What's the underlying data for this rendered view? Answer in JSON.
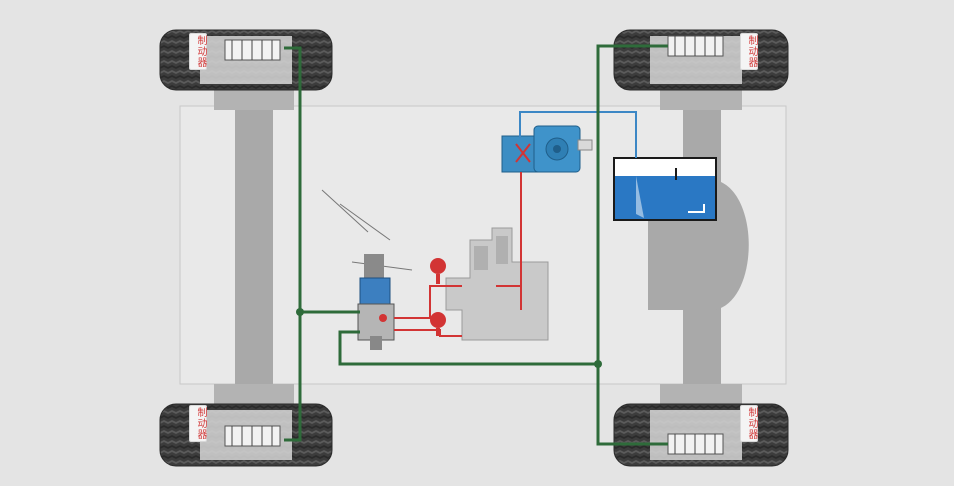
{
  "wheels": {
    "front_left": {
      "label": "制动器"
    },
    "front_right": {
      "label": "制动器"
    },
    "rear_left": {
      "label": "制动器"
    },
    "rear_right": {
      "label": "制动器"
    }
  },
  "colors": {
    "background": "#e4e4e4",
    "chassis": "#a9a9a9",
    "tire": "#3c3c3c",
    "brake_line": "#2e6b3a",
    "pressure_line": "#d23434",
    "suction_line": "#3c87c5",
    "pump": "#3c8dc3",
    "tank_fluid": "#2a78c4",
    "label_text": "#d23a3a"
  },
  "icons": [
    "tire-icon",
    "brake-cylinder-icon",
    "pump-icon",
    "accumulator-icon",
    "valve-icon",
    "tank-icon",
    "brake-pedal-icon"
  ]
}
